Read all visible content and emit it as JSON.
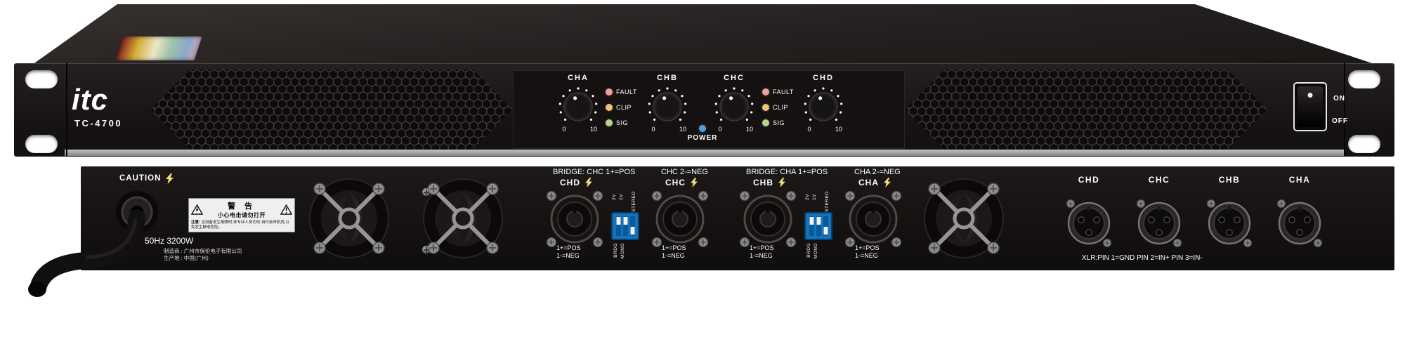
{
  "brand": {
    "logo": "itc",
    "model": "TC-4700"
  },
  "front": {
    "channels": [
      "CHA",
      "CHB",
      "CHC",
      "CHD"
    ],
    "knob": {
      "min": "0",
      "max": "10"
    },
    "leds": [
      {
        "label": "FAULT",
        "color": "#f09e9e"
      },
      {
        "label": "CLIP",
        "color": "#f2c272"
      },
      {
        "label": "SIG",
        "color": "#b7d78c"
      }
    ],
    "power": {
      "label": "POWER",
      "led_color": "#4f9fe8"
    },
    "switch": {
      "on": "ON",
      "off": "OFF"
    }
  },
  "rear": {
    "caution": "CAUTION",
    "warning": {
      "title": "警 告",
      "subtitle": "小心电击请勿打开",
      "note_prefix": "注意:",
      "note_line1": "当设备发生故障时,非专业人员切勿",
      "note_line2": "自行拆开机壳,以免发生触电危险。"
    },
    "power_spec": "50Hz 3200W",
    "maker_line1": "制造商 : 广州市保伦电子有限公司",
    "maker_line2": "生产地 : 中国(广州)",
    "speakon_groups": [
      {
        "bridge_left": "BRIDGE: CHC 1+=POS",
        "bridge_right": "CHC 2-=NEG",
        "connectors": [
          {
            "label": "CHD",
            "pos": "1+=POS",
            "neg": "1-=NEG"
          },
          {
            "label": "CHC",
            "pos": "1+=POS",
            "neg": "1-=NEG"
          }
        ]
      },
      {
        "bridge_left": "BRIDGE: CHA 1+=POS",
        "bridge_right": "CHA 2-=NEG",
        "connectors": [
          {
            "label": "CHB",
            "pos": "1+=POS",
            "neg": "1-=NEG"
          },
          {
            "label": "CHA",
            "pos": "1+=POS",
            "neg": "1-=NEG"
          }
        ]
      }
    ],
    "dip": {
      "v2": "2V",
      "v1": "1V",
      "stereo": "STEREO",
      "brdg": "BRDG",
      "mono": "MONO"
    },
    "xlr": {
      "channels": [
        "CHD",
        "CHC",
        "CHB",
        "CHA"
      ],
      "note": "XLR:PIN 1=GND PIN 2=IN+ PIN 3=IN-"
    }
  }
}
